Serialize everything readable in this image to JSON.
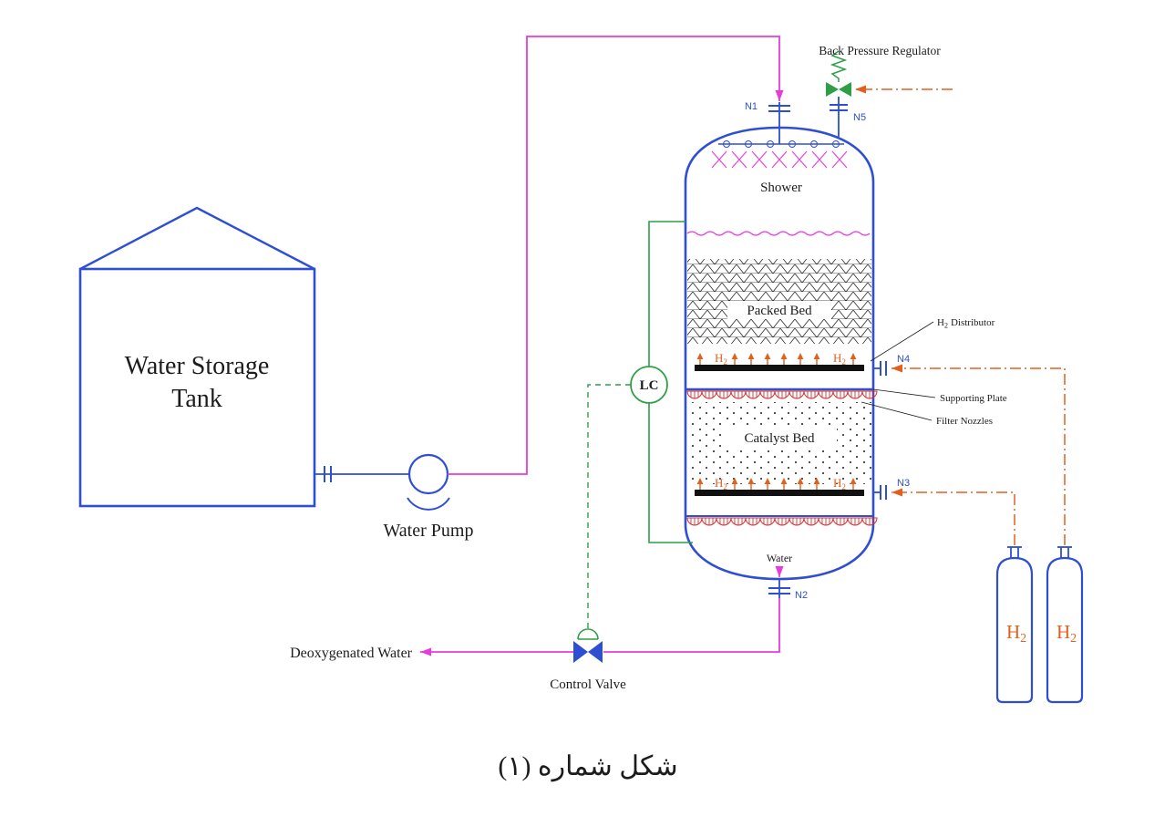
{
  "colors": {
    "equipment_blue": "#2e4fd2",
    "water_line_magenta": "#e83bdb",
    "instrument_green": "#2f9e47",
    "hydrogen_orange": "#e2601f",
    "nozzle_red": "#d62f2f",
    "text_black": "#1c1c1c"
  },
  "tank": {
    "label_line1": "Water Storage",
    "label_line2": "Tank"
  },
  "pump": {
    "label": "Water Pump"
  },
  "vessel": {
    "shower": "Shower",
    "packed_bed": "Packed Bed",
    "catalyst_bed": "Catalyst Bed",
    "water": "Water"
  },
  "h2": {
    "base": "H",
    "sub": "2"
  },
  "annotations": {
    "h2_distributor": {
      "base": "H",
      "sub": "2",
      "rest": "Distributor"
    },
    "supporting_plate": "Supporting Plate",
    "filter_nozzles": "Filter Nozzles"
  },
  "nozzles": {
    "n1": "N1",
    "n2": "N2",
    "n3": "N3",
    "n4": "N4",
    "n5": "N5"
  },
  "bpr": {
    "label": "Back Pressure Regulator"
  },
  "controller": {
    "label": "LC"
  },
  "valve": {
    "label": "Control Valve"
  },
  "outlet": {
    "label": "Deoxygenated Water"
  },
  "caption": "شکل شماره (۱)"
}
